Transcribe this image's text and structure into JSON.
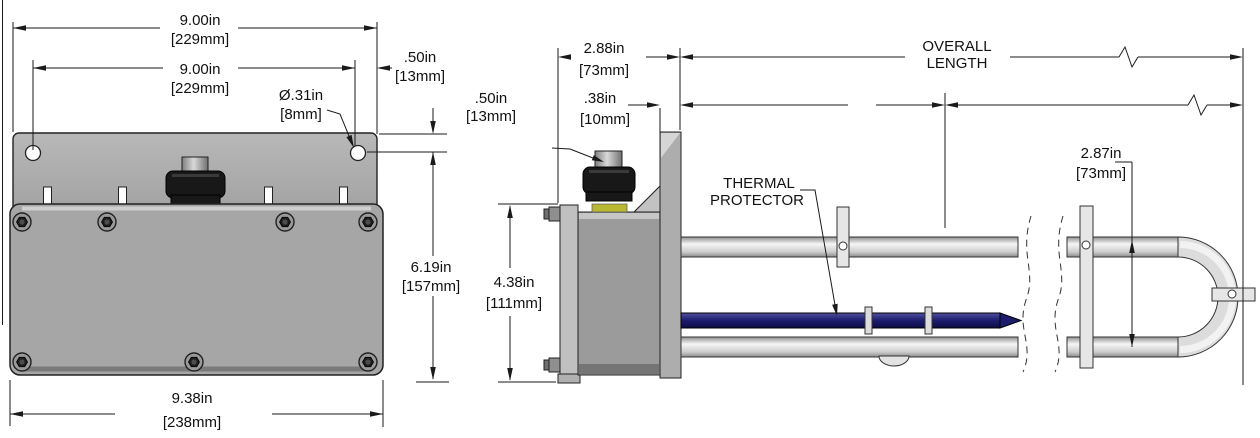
{
  "front_view": {
    "plate_width_in": "9.00in",
    "plate_width_mm": "[229mm]",
    "hole_spacing_in": "9.00in",
    "hole_spacing_mm": "[229mm]",
    "hole_dia_in": "Ø.31in",
    "hole_dia_mm": "[8mm]",
    "hole_side_offset_in": ".50in",
    "hole_side_offset_mm": "[13mm]",
    "hole_top_offset_in": ".50in",
    "hole_top_offset_mm": "[13mm]",
    "height_in": "6.19in",
    "height_mm": "[157mm]",
    "base_width_in": "9.38in",
    "base_width_mm": "[238mm]"
  },
  "side_view": {
    "depth_in": "2.88in",
    "depth_mm": "[73mm]",
    "bracket_in": ".38in",
    "bracket_mm": "[10mm]",
    "height_in": "4.38in",
    "height_mm": "[111mm]",
    "bend_spacing_in": "2.87in",
    "bend_spacing_mm": "[73mm]",
    "overall_line1": "OVERALL",
    "overall_line2": "LENGTH",
    "thermal_line1": "THERMAL",
    "thermal_line2": "PROTECTOR"
  },
  "colors": {
    "line": "#1a1a1a",
    "plate_gray": "#ababab",
    "box_gray": "#9e9e9e",
    "cap_black": "#181818",
    "rod_navy": "#1c1c6e",
    "gasket_yellow": "#b8b832",
    "bracket_gray": "#e6e6e6",
    "background": "#ffffff"
  }
}
